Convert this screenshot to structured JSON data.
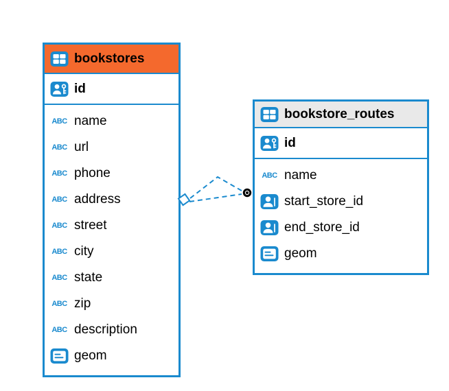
{
  "colors": {
    "accent_blue": "#1a8ace",
    "bookstores_header": "#f4692d",
    "routes_header": "#e9e9e9",
    "relationship_line": "#1a8ace",
    "text": "#000000",
    "background": "#ffffff"
  },
  "icons": {
    "table_icon": "table-grid",
    "primary_key_icon": "person-with-key",
    "reference_icon": "person",
    "geometry_icon": "lines-panel",
    "text_type_glyph": "ABC"
  },
  "tables": [
    {
      "title": "bookstores",
      "columns": [
        {
          "name": "id",
          "type": "primary-key"
        },
        {
          "name": "name",
          "type": "text"
        },
        {
          "name": "url",
          "type": "text"
        },
        {
          "name": "phone",
          "type": "text"
        },
        {
          "name": "address",
          "type": "text"
        },
        {
          "name": "street",
          "type": "text"
        },
        {
          "name": "city",
          "type": "text"
        },
        {
          "name": "state",
          "type": "text"
        },
        {
          "name": "zip",
          "type": "text"
        },
        {
          "name": "description",
          "type": "text"
        },
        {
          "name": "geom",
          "type": "geometry"
        }
      ]
    },
    {
      "title": "bookstore_routes",
      "columns": [
        {
          "name": "id",
          "type": "primary-key"
        },
        {
          "name": "name",
          "type": "text"
        },
        {
          "name": "start_store_id",
          "type": "reference"
        },
        {
          "name": "end_store_id",
          "type": "reference"
        },
        {
          "name": "geom",
          "type": "geometry"
        }
      ]
    }
  ],
  "relationships": [
    {
      "from": "bookstores",
      "to": "bookstore_routes",
      "line_style": "dashed",
      "source_marker": "diamond",
      "target_marker": "dot"
    },
    {
      "from": "bookstores",
      "to": "bookstore_routes",
      "line_style": "dashed",
      "source_marker": "diamond",
      "target_marker": "dot"
    }
  ]
}
